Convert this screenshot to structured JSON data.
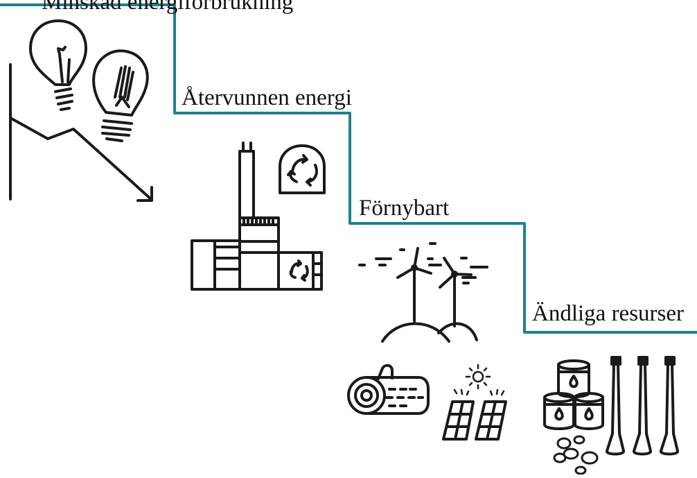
{
  "labels": {
    "step_top": "Minskad energiförbrukning",
    "step_recovered": "Återvunnen energi",
    "step_renewable": "Förnybart",
    "step_finite": "Ändliga resurser"
  },
  "colors": {
    "staircase": "#1e8191",
    "ink": "#1a1a1a",
    "background": "#ffffff"
  },
  "icons": [
    "light-bulbs-icon",
    "declining-trend-arrow-icon",
    "waste-incineration-plant-icon",
    "recycling-icon",
    "wind-turbines-icon",
    "log-wood-icon",
    "sun-icon",
    "solar-panels-icon",
    "oil-barrels-icon",
    "coal-lumps-icon",
    "fuel-pipes-icon"
  ]
}
